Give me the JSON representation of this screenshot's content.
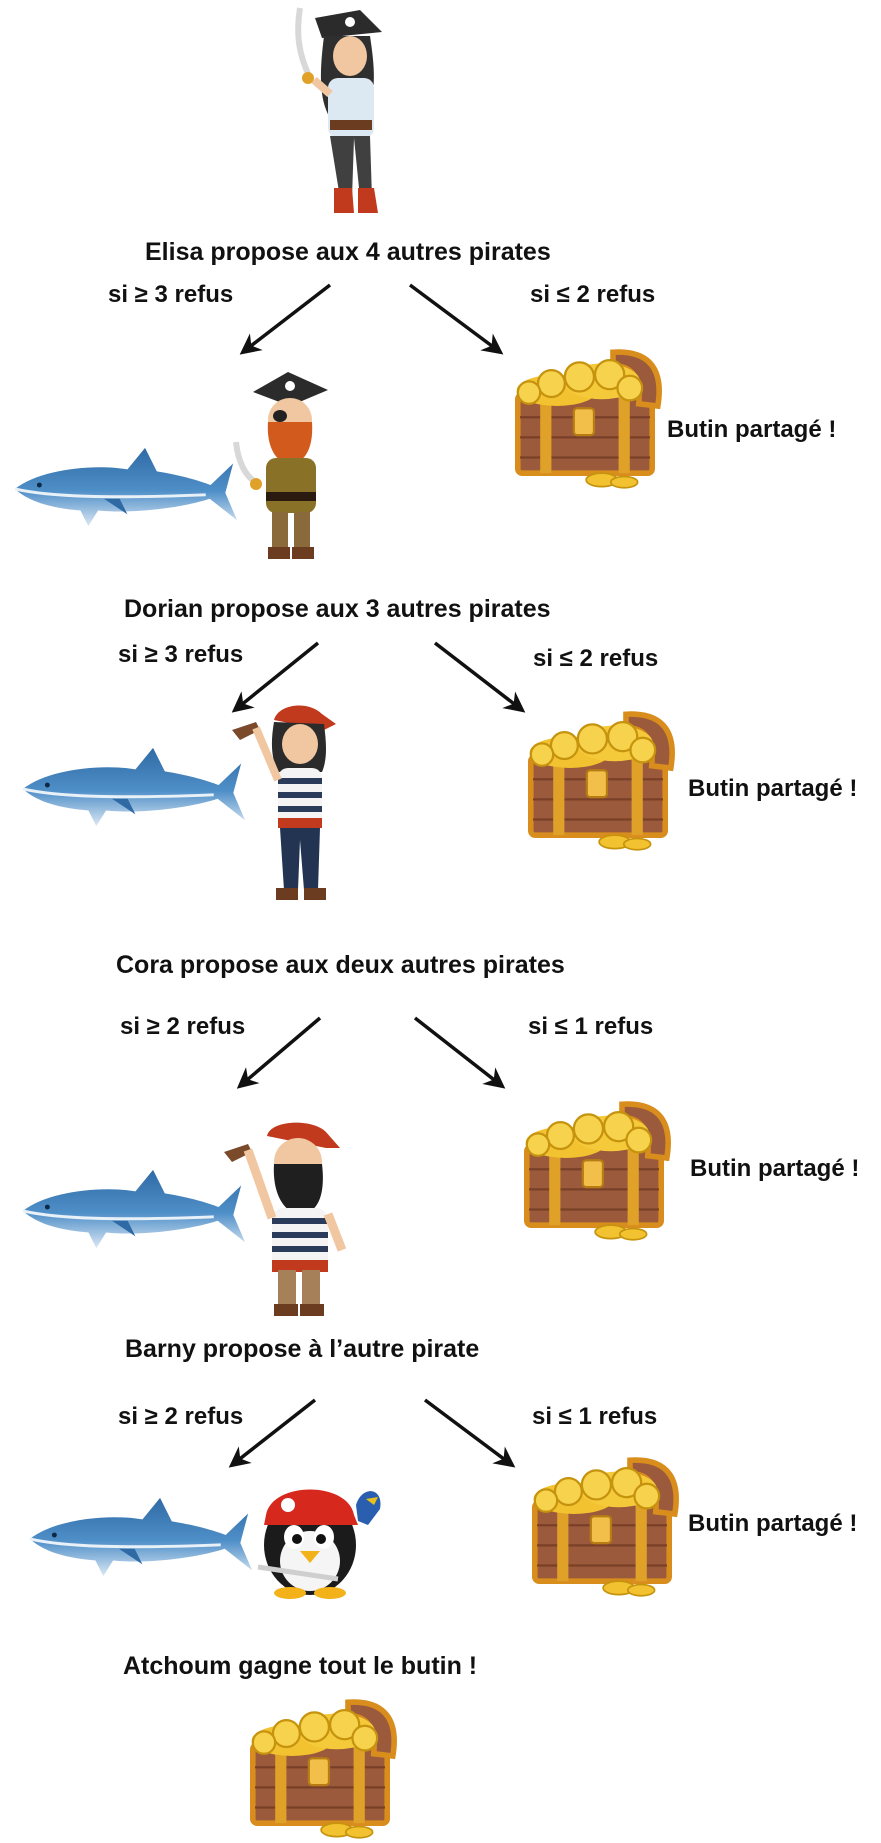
{
  "stages": [
    {
      "title": "Elisa propose aux 4 autres pirates",
      "left_condition": "si ≥ 3 refus",
      "right_condition": "si ≤ 2 refus",
      "outcome_label": "Butin partagé !"
    },
    {
      "title": "Dorian propose aux 3 autres pirates",
      "left_condition": "si ≥ 3 refus",
      "right_condition": "si ≤ 2 refus",
      "outcome_label": "Butin partagé !"
    },
    {
      "title": "Cora propose aux deux autres pirates",
      "left_condition": "si ≥ 2 refus",
      "right_condition": "si ≤ 1 refus",
      "outcome_label": "Butin partagé !"
    },
    {
      "title": "Barny propose à l’autre pirate",
      "left_condition": "si ≥ 2 refus",
      "right_condition": "si ≤ 1 refus",
      "outcome_label": "Butin partagé !"
    }
  ],
  "final": {
    "title": "Atchoum gagne tout le butin !"
  },
  "icons": {
    "top": "female-pirate-icon",
    "pirates": [
      "red-beard-pirate-icon",
      "bandana-pirate-icon",
      "bearded-pirate-icon",
      "penguin-pirate-icon"
    ],
    "shark": "shark-icon",
    "chest": "treasure-chest-icon",
    "arrow": "arrow-icon"
  },
  "colors": {
    "shark": "#3f7fb8",
    "chest_wood": "#9b5a3c",
    "chest_gold": "#f0b81c",
    "text": "#111111"
  }
}
